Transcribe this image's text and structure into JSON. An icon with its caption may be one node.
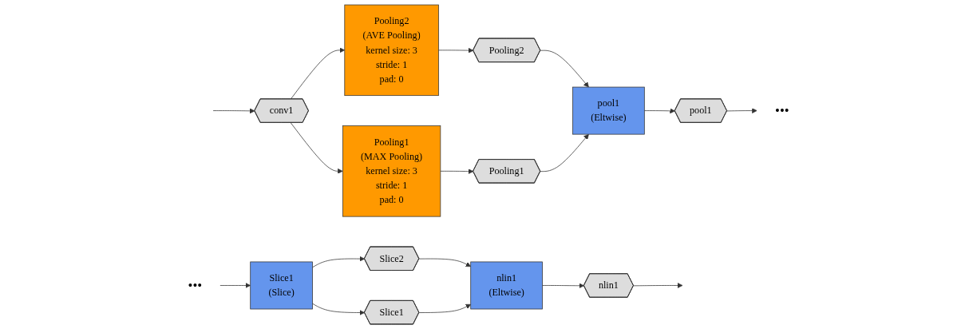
{
  "diagram": {
    "nodes": [
      {
        "text": [
          "conv1"
        ]
      },
      {
        "text": [
          "Pooling2",
          "(AVE Pooling)",
          "kernel size: 3",
          "stride: 1",
          "pad: 0"
        ]
      },
      {
        "text": [
          "Pooling1",
          "(MAX Pooling)",
          "kernel size: 3",
          "stride: 1",
          "pad: 0"
        ]
      },
      {
        "text": [
          "Pooling2"
        ]
      },
      {
        "text": [
          "Pooling1"
        ]
      },
      {
        "text": [
          "pool1",
          "(Eltwise)"
        ]
      },
      {
        "text": [
          "pool1"
        ]
      },
      {
        "text": [
          "•••"
        ]
      },
      {
        "text": [
          "•••"
        ]
      },
      {
        "text": [
          "Slice1",
          "(Slice)"
        ]
      },
      {
        "text": [
          "Slice2"
        ]
      },
      {
        "text": [
          "Slice1"
        ]
      },
      {
        "text": [
          "nlin1",
          "(Eltwise)"
        ]
      },
      {
        "text": [
          "nlin1"
        ]
      }
    ],
    "edges": [
      {
        "from": null,
        "to": 0,
        "arrow": "to"
      },
      {
        "from": 0,
        "to": 1,
        "arrow": "to"
      },
      {
        "from": 0,
        "to": 2,
        "arrow": "to"
      },
      {
        "from": 1,
        "to": 3,
        "arrow": "to"
      },
      {
        "from": 2,
        "to": 4,
        "arrow": "to"
      },
      {
        "from": 3,
        "to": 5,
        "arrow": "to"
      },
      {
        "from": 4,
        "to": 5,
        "arrow": "to"
      },
      {
        "from": 5,
        "to": 6,
        "arrow": "to"
      },
      {
        "from": 6,
        "to": 7,
        "arrow": "to"
      },
      {
        "from": 8,
        "to": 9,
        "arrow": "to"
      },
      {
        "from": 9,
        "to": 10,
        "arrow": "to"
      },
      {
        "from": 9,
        "to": 11,
        "arrow": "to"
      },
      {
        "from": 10,
        "to": 12,
        "arrow": "to"
      },
      {
        "from": 11,
        "to": 12,
        "arrow": "to"
      },
      {
        "from": 12,
        "to": 13,
        "arrow": "to"
      },
      {
        "from": 13,
        "to": null,
        "arrow": "to"
      }
    ]
  }
}
